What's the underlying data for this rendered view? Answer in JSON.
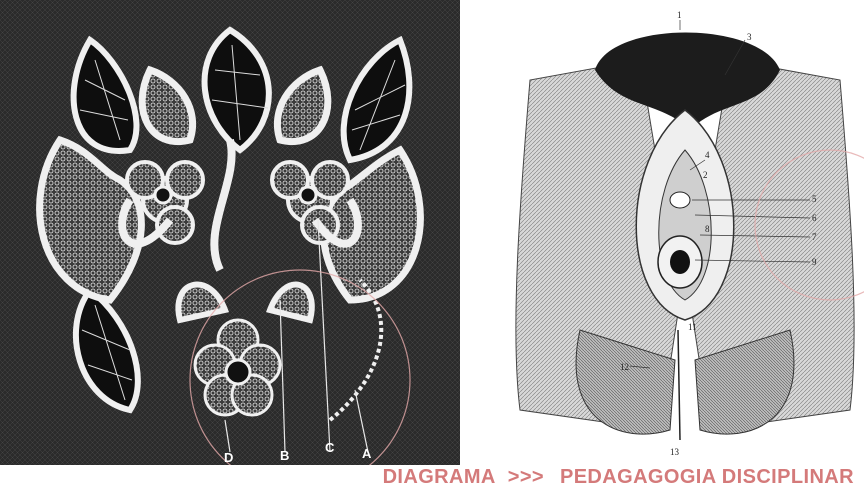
{
  "left_labels": [
    "D",
    "B",
    "C",
    "A"
  ],
  "right_labels": [
    "1",
    "3",
    "4",
    "2",
    "5",
    "6",
    "7",
    "8",
    "9",
    "11",
    "12",
    "13"
  ],
  "footer": {
    "left": "DIAGRAMA",
    "arrows": ">>>",
    "right": "PEDAGAGOGIA DISCIPLINAR"
  },
  "colors": {
    "caption": "#d47a7a",
    "circle": "#e3a9a9",
    "lace_bg": "#2b2b2b"
  }
}
